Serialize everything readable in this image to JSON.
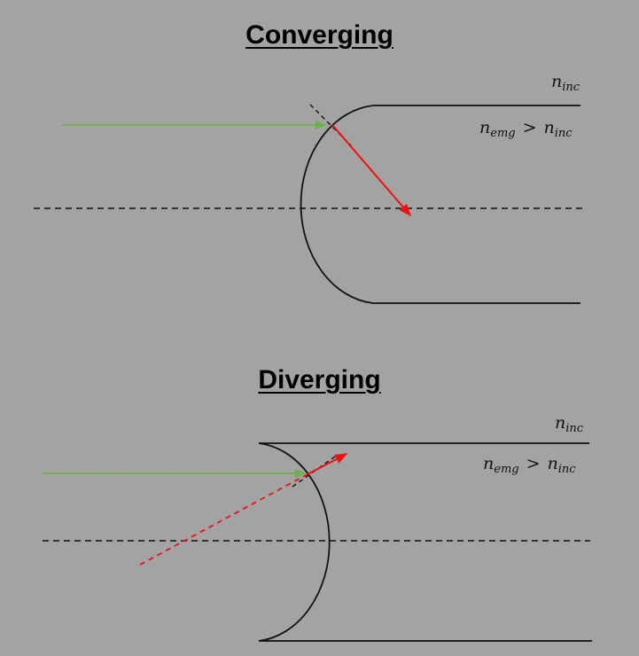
{
  "converging": {
    "title": "Converging",
    "n_inc_base": "n",
    "n_inc_sub": "inc",
    "n_emg_base": "n",
    "n_emg_sub": "emg",
    "gt": ">",
    "n_inc2_base": "n",
    "n_inc2_sub": "inc"
  },
  "diverging": {
    "title": "Diverging",
    "n_inc_base": "n",
    "n_inc_sub": "inc",
    "n_emg_base": "n",
    "n_emg_sub": "emg",
    "gt": ">",
    "n_inc2_base": "n",
    "n_inc2_sub": "inc"
  },
  "colors": {
    "background": "#a3a3a3",
    "incident_ray": "#6cb04a",
    "refracted_ray": "#ee1111",
    "outline": "#111111"
  }
}
